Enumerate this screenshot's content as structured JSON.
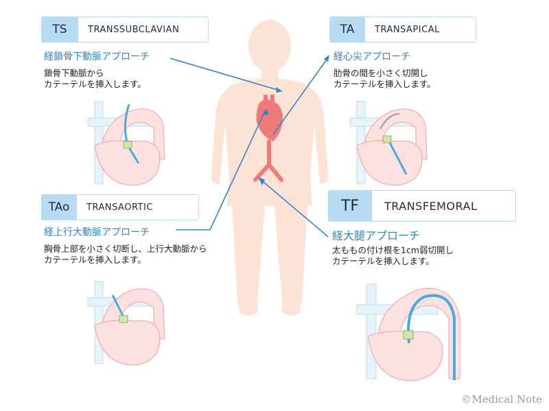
{
  "panels": {
    "ts": {
      "abbr": "TS",
      "full": "TRANSSUBCLAVIAN",
      "approach": "経鎖骨下動脈アプローチ",
      "desc_lines": [
        "鎖骨下動脈から",
        "カテーテルを挿入します。"
      ]
    },
    "ta": {
      "abbr": "TA",
      "full": "TRANSAPICAL",
      "approach": "経心尖アプローチ",
      "desc_lines": [
        "肋骨の間を小さく切開し",
        "カテーテルを挿入します。"
      ]
    },
    "tao": {
      "abbr": "TAo",
      "full": "TRANSAORTIC",
      "approach": "経上行大動脈アプローチ",
      "desc_lines": [
        "胸骨上部を小さく切断し、上行大動脈から",
        "カテーテルを挿入します。"
      ]
    },
    "tf": {
      "abbr": "TF",
      "full": "TRANSFEMORAL",
      "approach": "経大腿アプローチ",
      "desc_lines": [
        "太ももの付け根を1cm弱切開し",
        "カテーテルを挿入します。"
      ]
    }
  },
  "copyright": "©Medical Note",
  "colors": {
    "header_fill": "#b7dbf3",
    "approach_text": "#2f86c8",
    "pointer_line": "#2f86c8",
    "body_silhouette": "#fde3d6",
    "heart": "#f07a7a",
    "vessel": "#b9dcf2",
    "catheter": "#47a9e6"
  }
}
